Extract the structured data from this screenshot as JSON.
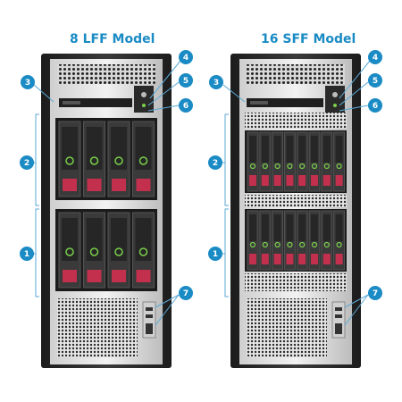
{
  "models": [
    {
      "title": "8 LFF Model",
      "bays": 8
    },
    {
      "title": "16 SFF Model",
      "bays": 16
    }
  ],
  "callouts": [
    "1",
    "2",
    "3",
    "4",
    "5",
    "6",
    "7"
  ],
  "colors": {
    "accent": "#1a8bc4",
    "drive_latch": "#c2304e",
    "led": "#7ad04a",
    "chassis": "#2b2b2b"
  }
}
